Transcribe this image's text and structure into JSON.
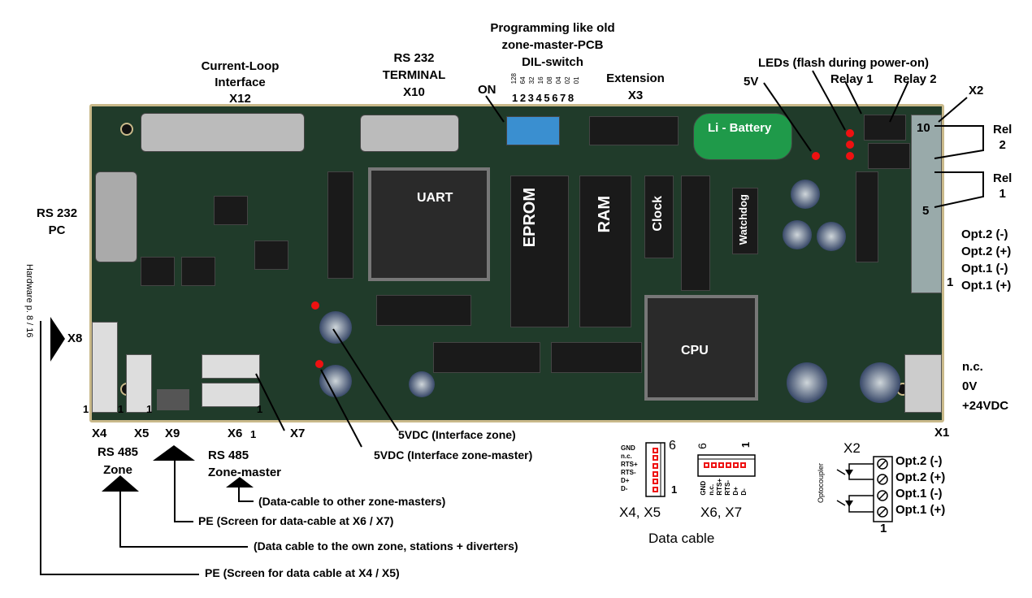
{
  "top_labels": {
    "current_loop": [
      "Current-Loop",
      "Interface",
      "X12"
    ],
    "rs232_terminal": [
      "RS 232",
      "TERMINAL",
      "X10"
    ],
    "programming": [
      "Programming like old",
      "zone-master-PCB",
      "DIL-switch"
    ],
    "dil_bits": [
      "128",
      "64",
      "32",
      "16",
      "08",
      "04",
      "02",
      "01"
    ],
    "dil_numbers": "1 2 3 4 5 6 7 8",
    "on_label": "ON",
    "extension": [
      "Extension",
      "X3"
    ],
    "leds": "LEDs (flash during power-on)",
    "five_v": "5V",
    "relay1": "Relay 1",
    "relay2": "Relay 2",
    "x2": "X2"
  },
  "right_labels": {
    "rel2": [
      "Rel",
      "2"
    ],
    "rel1": [
      "Rel",
      "1"
    ],
    "pin10": "10",
    "pin5": "5",
    "pin1": "1",
    "opts": [
      "Opt.2 (-)",
      "Opt.2 (+)",
      "Opt.1 (-)",
      "Opt.1 (+)"
    ],
    "power": [
      "n.c.",
      "0V",
      "+24VDC"
    ],
    "x1": "X1"
  },
  "left_labels": {
    "rs232_pc": [
      "RS 232",
      "PC"
    ],
    "hardware": "Hardware p. 8 / 16",
    "x8": "X8"
  },
  "board_labels": {
    "uart": "UART",
    "eprom": "EPROM",
    "ram": "RAM",
    "clock": "Clock",
    "watchdog": "Watchdog",
    "cpu": "CPU",
    "battery": "Li - Battery"
  },
  "bottom_labels": {
    "pin_ones": [
      "1",
      "1",
      "1",
      "1"
    ],
    "x4": "X4",
    "x5": "X5",
    "x9": "X9",
    "x6": "X6",
    "x6_pin": "1",
    "x7": "X7",
    "rs485_zone": [
      "RS 485",
      "Zone"
    ],
    "rs485_master": [
      "RS 485",
      "Zone-master"
    ],
    "vdc_zone": "5VDC (Interface zone)",
    "vdc_master": "5VDC (Interface zone-master)",
    "notes": [
      "(Data-cable to other zone-masters)",
      "PE  (Screen for data-cable at X6 / X7)",
      "(Data cable to the own zone, stations + diverters)",
      "PE  (Screen for data cable at X4 / X5)"
    ]
  },
  "data_cable": {
    "pins_x4x5": [
      "GND",
      "n.c.",
      "RTS+",
      "RTS-",
      "D+",
      "D-"
    ],
    "pins_x6x7": [
      "GND",
      "n.c.",
      "RTS+",
      "RTS-",
      "D+",
      "D-"
    ],
    "six": "6",
    "one": "1",
    "x4x5": "X4, X5",
    "x6x7": "X6, X7",
    "title": "Data cable"
  },
  "x2_detail": {
    "title": "X2",
    "optocoupler": "Optocoupler",
    "opts": [
      "Opt.2 (-)",
      "Opt.2 (+)",
      "Opt.1 (-)",
      "Opt.1 (+)"
    ],
    "pin1": "1"
  },
  "colors": {
    "board": "#203b2a",
    "pin": "#e11",
    "arrow": "#000"
  }
}
